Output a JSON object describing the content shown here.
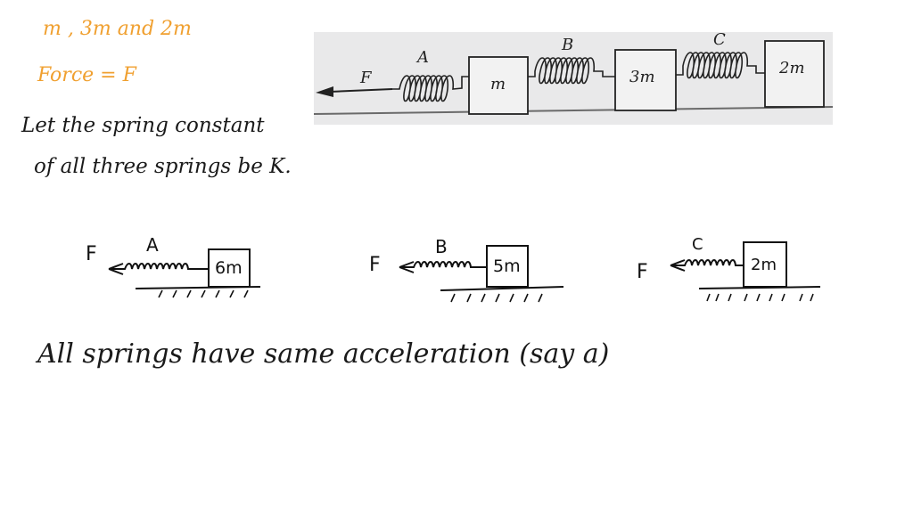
{
  "notes": {
    "masses_line": "m , 3m and 2m",
    "force_line": "Force = F",
    "spring_line_1": "Let the spring constant",
    "spring_line_2": "of all three springs be K.",
    "conclusion": "All springs have same acceleration (say a)"
  },
  "photo": {
    "force_label": "F",
    "springs": [
      {
        "label": "A"
      },
      {
        "label": "B"
      },
      {
        "label": "C"
      }
    ],
    "blocks": [
      {
        "label": "m"
      },
      {
        "label": "3m"
      },
      {
        "label": "2m"
      }
    ]
  },
  "free_body": [
    {
      "force_label": "F",
      "spring_label": "A",
      "mass_label": "6m"
    },
    {
      "force_label": "F",
      "spring_label": "B",
      "mass_label": "5m"
    },
    {
      "force_label": "F",
      "spring_label": "C",
      "mass_label": "2m"
    }
  ],
  "colors": {
    "orange_ink": "#f0a030",
    "black_ink": "#1a1a1a",
    "photo_bg": "#e9e9ea"
  }
}
